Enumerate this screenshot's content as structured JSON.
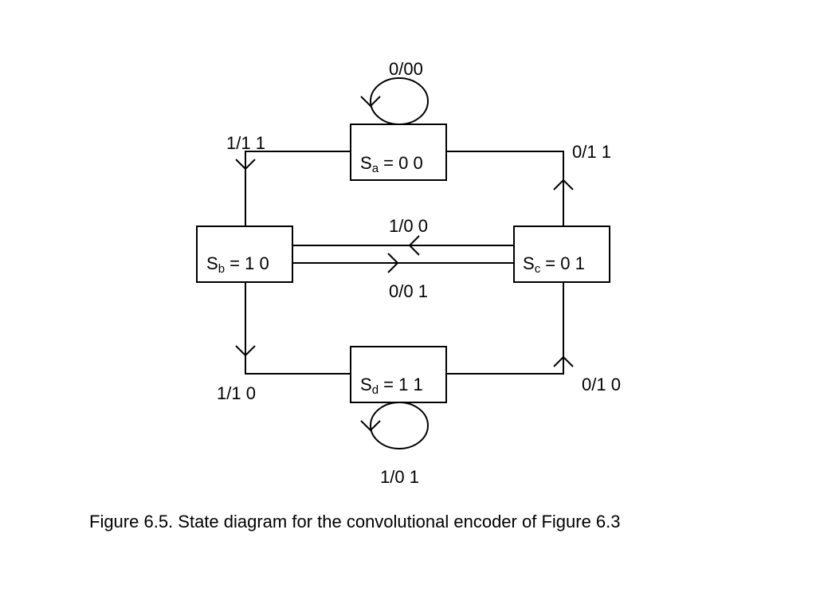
{
  "diagram": {
    "states": {
      "a": {
        "symbol": "S",
        "sub": "a",
        "value": " = 0 0"
      },
      "b": {
        "symbol": "S",
        "sub": "b",
        "value": " = 1 0"
      },
      "c": {
        "symbol": "S",
        "sub": "c",
        "value": " = 0 1"
      },
      "d": {
        "symbol": "S",
        "sub": "d",
        "value": " = 1 1"
      }
    },
    "transitions": {
      "a_a": "0/00",
      "a_b": "1/1 1",
      "c_a": "0/1 1",
      "c_b": "1/0 0",
      "b_c": "0/0 1",
      "b_d": "1/1 0",
      "d_c": "0/1 0",
      "d_d": "1/0 1"
    }
  },
  "caption": "Figure 6.5. State diagram for the convolutional encoder of Figure 6.3"
}
